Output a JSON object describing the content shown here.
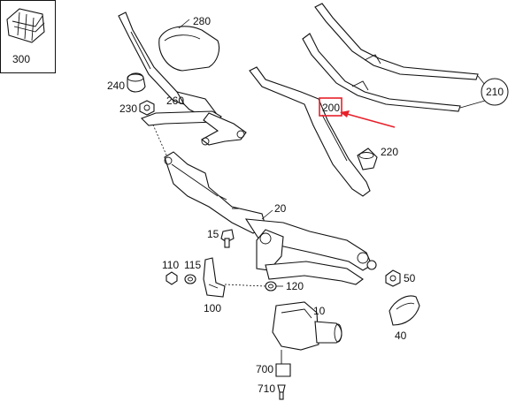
{
  "diagram": {
    "accent_color": "#e8202a",
    "callouts": {
      "c300": "300",
      "c280": "280",
      "c240": "240",
      "c260": "260",
      "c230": "230",
      "c210": "210",
      "c200": "200",
      "c220": "220",
      "c20": "20",
      "c15": "15",
      "c110": "110",
      "c115": "115",
      "c120": "120",
      "c100": "100",
      "c50": "50",
      "c10": "10",
      "c40": "40",
      "c700": "700",
      "c710": "710"
    }
  }
}
